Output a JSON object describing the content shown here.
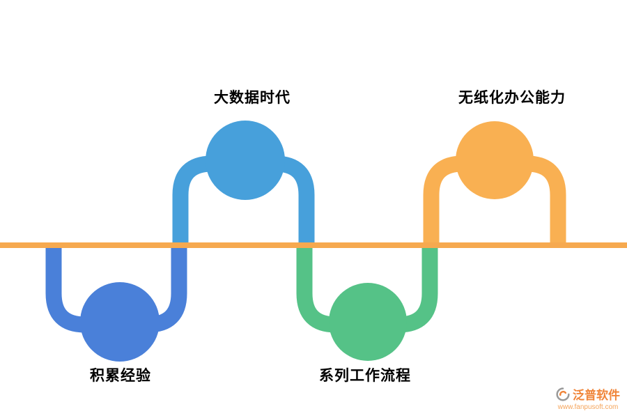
{
  "diagram": {
    "type": "process-wave-timeline",
    "description": "Four circular milestone nodes alternating above and below a horizontal baseline",
    "nodes": [
      {
        "label": "积累经验",
        "position": "below-line",
        "color": "#4A80D9"
      },
      {
        "label": "大数据时代",
        "position": "above-line",
        "color": "#47A0DB"
      },
      {
        "label": "系列工作流程",
        "position": "below-line",
        "color": "#55C287"
      },
      {
        "label": "无纸化办公能力",
        "position": "above-line",
        "color": "#F9B052"
      }
    ]
  },
  "colors": {
    "background": "#FFFFFF",
    "baseline": "#F6A94F",
    "dark_blue": "#4A80D9",
    "light_blue": "#47A0DB",
    "green": "#55C287",
    "orange": "#F9B052",
    "label_text": "#000000",
    "watermark_brand": "#F08539",
    "watermark_link": "#F5A55C"
  },
  "watermark": {
    "brand": "泛普软件",
    "url": "www.fanpusoft.com"
  }
}
